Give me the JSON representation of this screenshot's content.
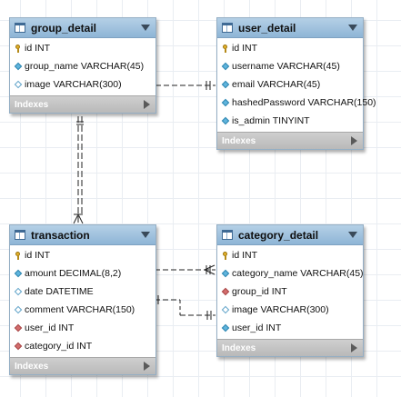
{
  "footer_label": "Indexes",
  "tables": {
    "group_detail": {
      "title": "group_detail",
      "columns": [
        "id INT",
        "group_name VARCHAR(45)",
        "image VARCHAR(300)"
      ]
    },
    "user_detail": {
      "title": "user_detail",
      "columns": [
        "id INT",
        "username VARCHAR(45)",
        "email VARCHAR(45)",
        "hashedPassword VARCHAR(150)",
        "is_admin TINYINT"
      ]
    },
    "transaction": {
      "title": "transaction",
      "columns": [
        "id INT",
        "amount DECIMAL(8,2)",
        "date DATETIME",
        "comment VARCHAR(150)",
        "user_id INT",
        "category_id INT"
      ]
    },
    "category_detail": {
      "title": "category_detail",
      "columns": [
        "id INT",
        "category_name VARCHAR(45)",
        "group_id INT",
        "image VARCHAR(300)",
        "user_id INT"
      ]
    }
  },
  "colors": {
    "header": "#8eb5d6",
    "border": "#94aec4",
    "footer": "#b9b9b9",
    "connector": "#222222",
    "foreign_key": "#d36d6d",
    "primary_key": "#e3b02a"
  }
}
